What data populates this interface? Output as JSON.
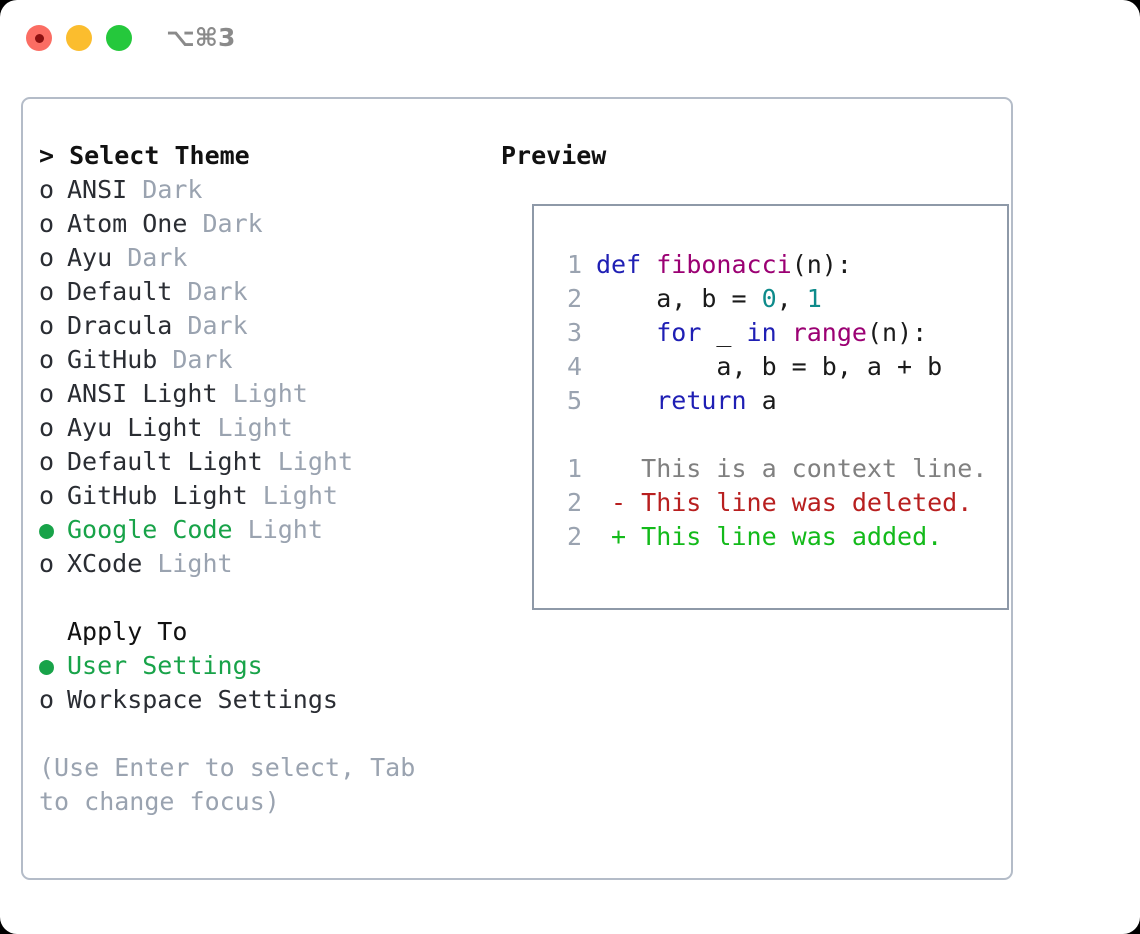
{
  "titlebar": {
    "shortcut": "⌥⌘3",
    "buttons": [
      {
        "name": "close",
        "color": "#fb6d63"
      },
      {
        "name": "minimize",
        "color": "#fbbd2e"
      },
      {
        "name": "maximize",
        "color": "#25c83c"
      }
    ]
  },
  "theme_list": {
    "header": "> Select Theme",
    "items": [
      {
        "marker": "o",
        "name": "ANSI",
        "category": "Dark",
        "selected": false
      },
      {
        "marker": "o",
        "name": "Atom One",
        "category": "Dark",
        "selected": false
      },
      {
        "marker": "o",
        "name": "Ayu",
        "category": "Dark",
        "selected": false
      },
      {
        "marker": "o",
        "name": "Default",
        "category": "Dark",
        "selected": false
      },
      {
        "marker": "o",
        "name": "Dracula",
        "category": "Dark",
        "selected": false
      },
      {
        "marker": "o",
        "name": "GitHub",
        "category": "Dark",
        "selected": false
      },
      {
        "marker": "o",
        "name": "ANSI Light",
        "category": "Light",
        "selected": false
      },
      {
        "marker": "o",
        "name": "Ayu Light",
        "category": "Light",
        "selected": false
      },
      {
        "marker": "o",
        "name": "Default Light",
        "category": "Light",
        "selected": false
      },
      {
        "marker": "o",
        "name": "GitHub Light",
        "category": "Light",
        "selected": false
      },
      {
        "marker": "●",
        "name": "Google Code",
        "category": "Light",
        "selected": true
      },
      {
        "marker": "o",
        "name": "XCode",
        "category": "Light",
        "selected": false
      }
    ]
  },
  "apply_to": {
    "header": "Apply To",
    "items": [
      {
        "marker": "●",
        "name": "User Settings",
        "selected": true
      },
      {
        "marker": "o",
        "name": "Workspace Settings",
        "selected": false
      }
    ]
  },
  "hint": "(Use Enter to select, Tab to change focus)",
  "preview": {
    "header": "Preview",
    "code_lines": [
      {
        "no": "1",
        "tokens": [
          {
            "t": "def ",
            "c": "kw"
          },
          {
            "t": "fibonacci",
            "c": "fn"
          },
          {
            "t": "(n):",
            "c": "pl"
          }
        ]
      },
      {
        "no": "2",
        "tokens": [
          {
            "t": "    a, b = ",
            "c": "pl"
          },
          {
            "t": "0",
            "c": "num"
          },
          {
            "t": ", ",
            "c": "pl"
          },
          {
            "t": "1",
            "c": "num"
          }
        ]
      },
      {
        "no": "3",
        "tokens": [
          {
            "t": "    ",
            "c": "pl"
          },
          {
            "t": "for",
            "c": "kw"
          },
          {
            "t": " _ ",
            "c": "pl"
          },
          {
            "t": "in",
            "c": "kw"
          },
          {
            "t": " ",
            "c": "pl"
          },
          {
            "t": "range",
            "c": "fn"
          },
          {
            "t": "(n):",
            "c": "pl"
          }
        ]
      },
      {
        "no": "4",
        "tokens": [
          {
            "t": "        a, b = b, a + b",
            "c": "pl"
          }
        ]
      },
      {
        "no": "5",
        "tokens": [
          {
            "t": "    ",
            "c": "pl"
          },
          {
            "t": "return",
            "c": "kw"
          },
          {
            "t": " a",
            "c": "pl"
          }
        ]
      },
      {
        "no": "",
        "tokens": [
          {
            "t": " ",
            "c": "pl"
          }
        ]
      },
      {
        "no": "1",
        "tokens": [
          {
            "t": "   This is a context line.",
            "c": "ctx"
          }
        ]
      },
      {
        "no": "2",
        "tokens": [
          {
            "t": " - This line was deleted.",
            "c": "del"
          }
        ]
      },
      {
        "no": "2",
        "tokens": [
          {
            "t": " + This line was added.",
            "c": "add"
          }
        ]
      }
    ]
  },
  "colors": {
    "accent_green": "#18a349",
    "muted": "#9aa3b0",
    "keyword": "#1f1fb4",
    "function": "#9b0073",
    "number": "#0e8b8b",
    "diff_delete": "#b81f1f",
    "diff_add": "#13ba1a",
    "border": "#b4bcc8",
    "preview_border": "#8e99a8"
  }
}
